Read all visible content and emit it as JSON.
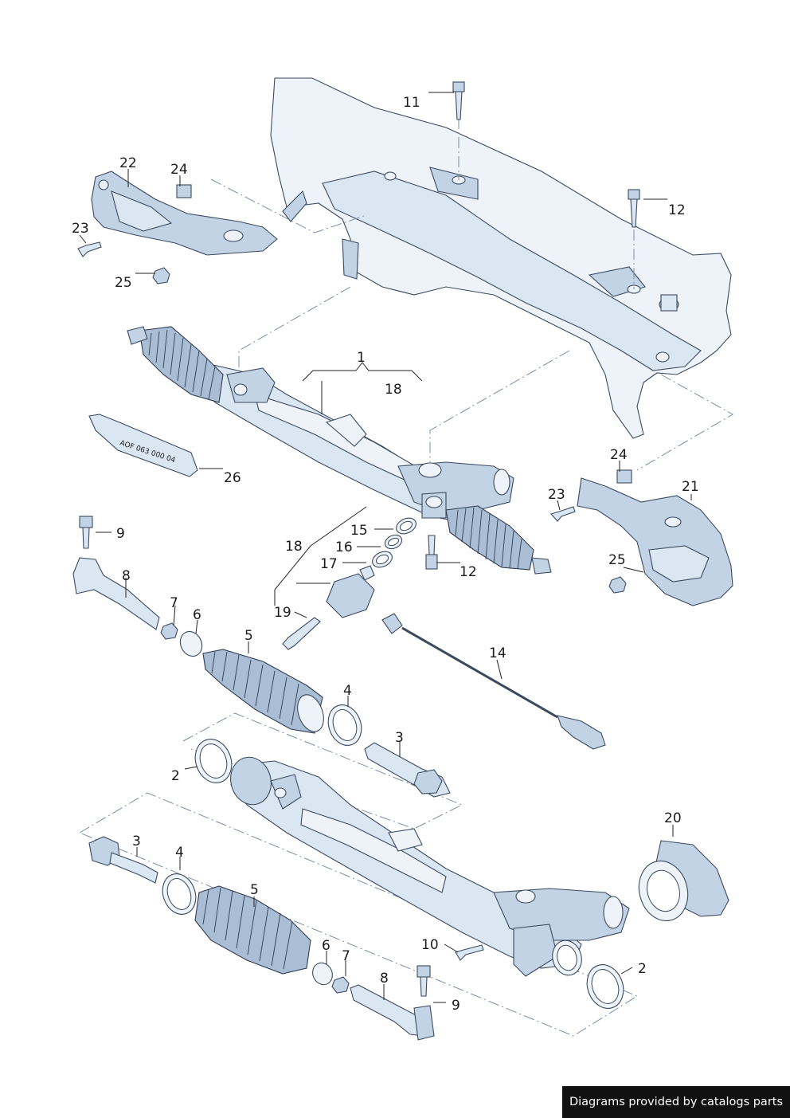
{
  "watermark": "Diagrams provided by catalogs parts",
  "tube_marking": "AOF 063 000 04",
  "callouts": {
    "c1": "1",
    "c2a": "2",
    "c2b": "2",
    "c3a": "3",
    "c3b": "3",
    "c4a": "4",
    "c4b": "4",
    "c5a": "5",
    "c5b": "5",
    "c6a": "6",
    "c6b": "6",
    "c7a": "7",
    "c7b": "7",
    "c8a": "8",
    "c8b": "8",
    "c9a": "9",
    "c9b": "9",
    "c10": "10",
    "c11": "11",
    "c12a": "12",
    "c12b": "12",
    "c14": "14",
    "c15": "15",
    "c16": "16",
    "c17": "17",
    "c18a": "18",
    "c18b": "18",
    "c19": "19",
    "c20": "20",
    "c21": "21",
    "c22": "22",
    "c23a": "23",
    "c23b": "23",
    "c24a": "24",
    "c24b": "24",
    "c25a": "25",
    "c25b": "25",
    "c26": "26"
  }
}
